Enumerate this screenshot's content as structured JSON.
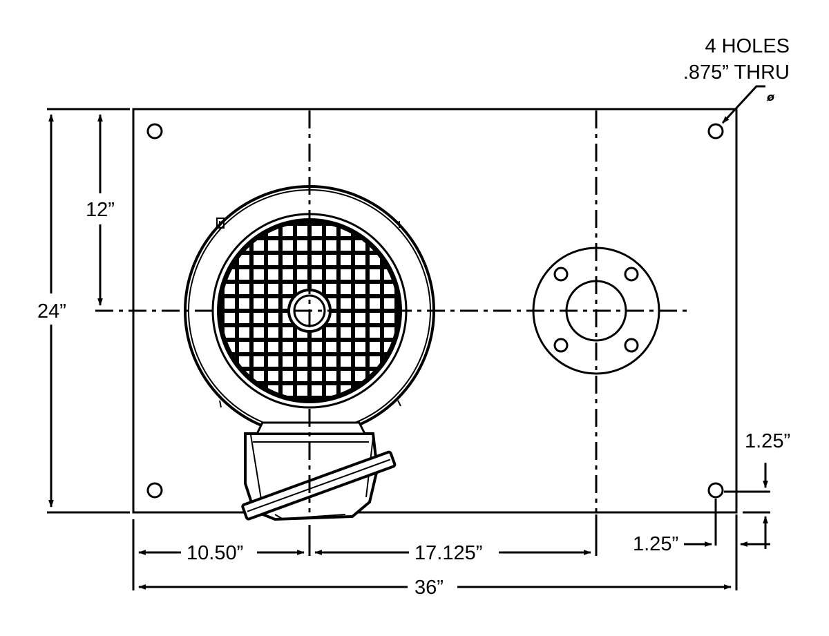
{
  "title": "",
  "hole_note": {
    "line1": "4 HOLES",
    "line2": ".875” THRU",
    "symbol": "ø"
  },
  "dimensions": {
    "height_total": "24”",
    "height_half": "12”",
    "left_offset": "10.50”",
    "center_spacing": "17.125”",
    "width_total": "36”",
    "hole_edge_vertical": "1.25”",
    "hole_edge_horizontal": "1.25”"
  },
  "colors": {
    "line": "#000000",
    "background": "#ffffff"
  }
}
